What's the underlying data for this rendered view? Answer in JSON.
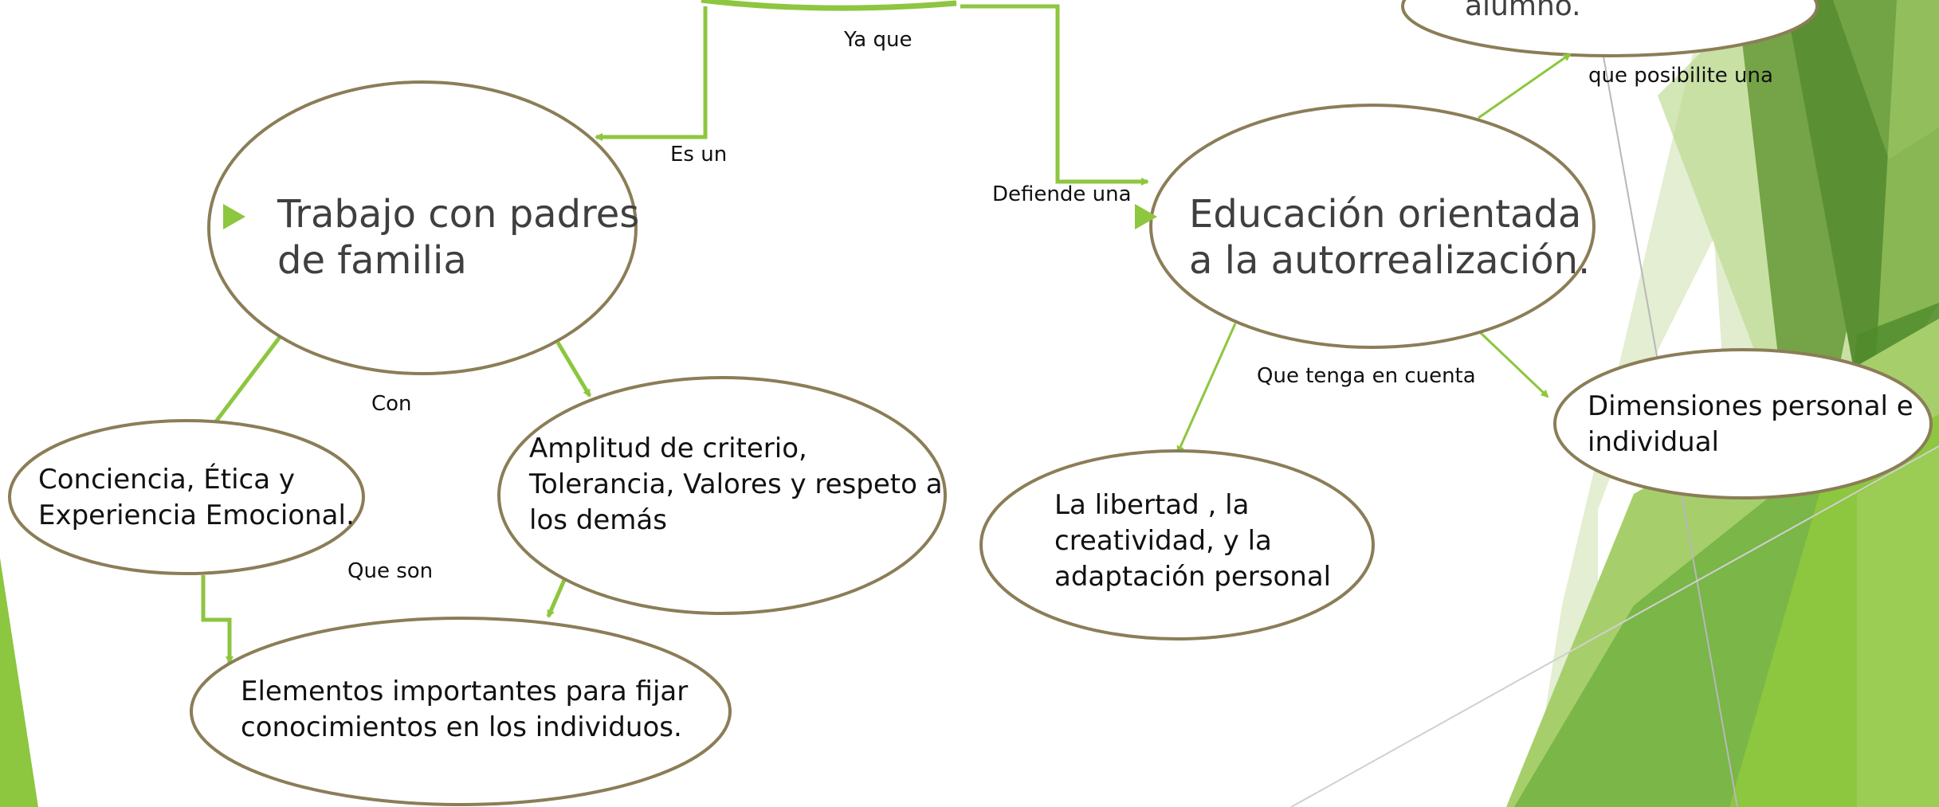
{
  "slide": {
    "colors": {
      "accent_green": "#8dc63f",
      "ellipse_border": "#8b7d57",
      "title_text": "#3f3f3f"
    },
    "edge_labels": {
      "ya_que": "Ya que",
      "es_un": "Es un",
      "defiende_una": "Defiende una",
      "que_posibilite_una": "que posibilite una",
      "con": "Con",
      "que_tenga_en_cuenta": "Que tenga en cuenta",
      "que_son": "Que son"
    },
    "nodes": {
      "alumno_fragment": "alumno.",
      "trabajo": {
        "lines": [
          "Trabajo con padres",
          "de familia"
        ]
      },
      "educacion": {
        "lines": [
          "Educación orientada",
          "a la autorrealización."
        ]
      },
      "conciencia": {
        "lines": [
          "Conciencia, Ética y",
          "Experiencia Emocional."
        ]
      },
      "amplitud": {
        "lines": [
          "Amplitud de criterio,",
          "Tolerancia, Valores y respeto a",
          "los demás"
        ]
      },
      "elementos": {
        "lines": [
          "Elementos importantes para fijar",
          "conocimientos en los individuos."
        ]
      },
      "libertad": {
        "lines": [
          "La libertad ,  la",
          "creatividad, y la",
          "adaptación personal"
        ]
      },
      "dimensiones": {
        "lines": [
          "Dimensiones personal e",
          "individual"
        ]
      }
    },
    "icons": {
      "bullet": "triangle-bullet-icon"
    }
  }
}
